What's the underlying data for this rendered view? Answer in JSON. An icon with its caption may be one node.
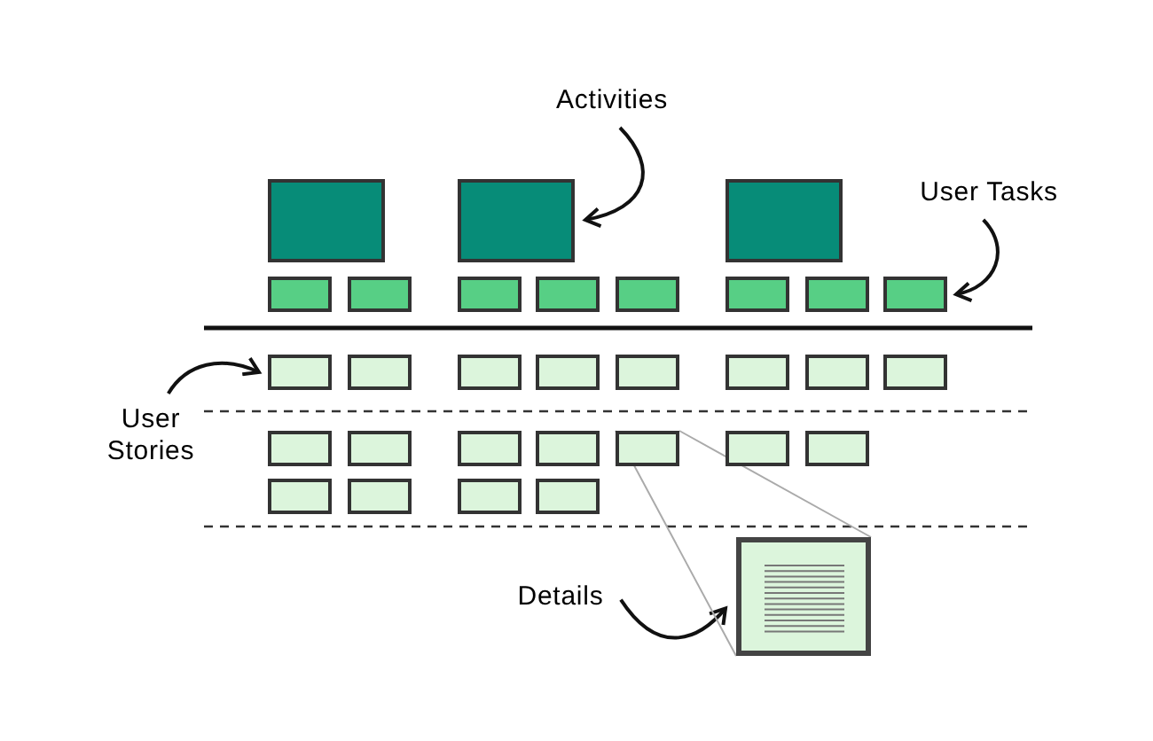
{
  "diagram": {
    "nodes": [
      {
        "text": [
          "Activities"
        ]
      },
      {
        "text": [
          "User Tasks"
        ]
      },
      {
        "text": [],
        "shape": "box"
      },
      {
        "text": [],
        "shape": "box"
      },
      {
        "text": [],
        "shape": "box"
      },
      {
        "text": [],
        "shape": "box"
      },
      {
        "text": [],
        "shape": "box"
      },
      {
        "text": [],
        "shape": "box"
      },
      {
        "text": [],
        "shape": "box"
      },
      {
        "text": [],
        "shape": "box"
      },
      {
        "text": [],
        "shape": "box"
      },
      {
        "text": [],
        "shape": "box"
      },
      {
        "text": [],
        "shape": "box"
      },
      {
        "text": [
          "User Stories"
        ]
      },
      {
        "text": [],
        "shape": "box"
      },
      {
        "text": [],
        "shape": "box"
      },
      {
        "text": [],
        "shape": "box"
      },
      {
        "text": [],
        "shape": "box"
      },
      {
        "text": [],
        "shape": "box"
      },
      {
        "text": [],
        "shape": "box"
      },
      {
        "text": [],
        "shape": "box"
      },
      {
        "text": [],
        "shape": "box"
      },
      {
        "text": [],
        "shape": "box"
      },
      {
        "text": [],
        "shape": "box"
      },
      {
        "text": [],
        "shape": "box"
      },
      {
        "text": [],
        "shape": "box"
      },
      {
        "text": [],
        "shape": "box"
      },
      {
        "text": [],
        "shape": "box"
      },
      {
        "text": [],
        "shape": "box"
      },
      {
        "text": [],
        "shape": "box"
      },
      {
        "text": [],
        "shape": "box"
      },
      {
        "text": [],
        "shape": "box"
      },
      {
        "text": [],
        "shape": "box"
      },
      {
        "text": [
          "Details"
        ]
      },
      {
        "text": [],
        "shape": "box"
      }
    ],
    "edges": [
      {
        "from": 0,
        "to": 3,
        "arrow": "to"
      },
      {
        "from": 1,
        "to": 12,
        "arrow": "to"
      },
      {
        "from": 13,
        "to": 14,
        "arrow": "to"
      },
      {
        "from": 33,
        "to": 34,
        "arrow": "to"
      },
      {
        "from": 26,
        "to": 34,
        "arrow": "none",
        "color": "#aaaaaa"
      },
      {
        "from": 26,
        "to": 34,
        "arrow": "none",
        "color": "#aaaaaa"
      }
    ]
  }
}
